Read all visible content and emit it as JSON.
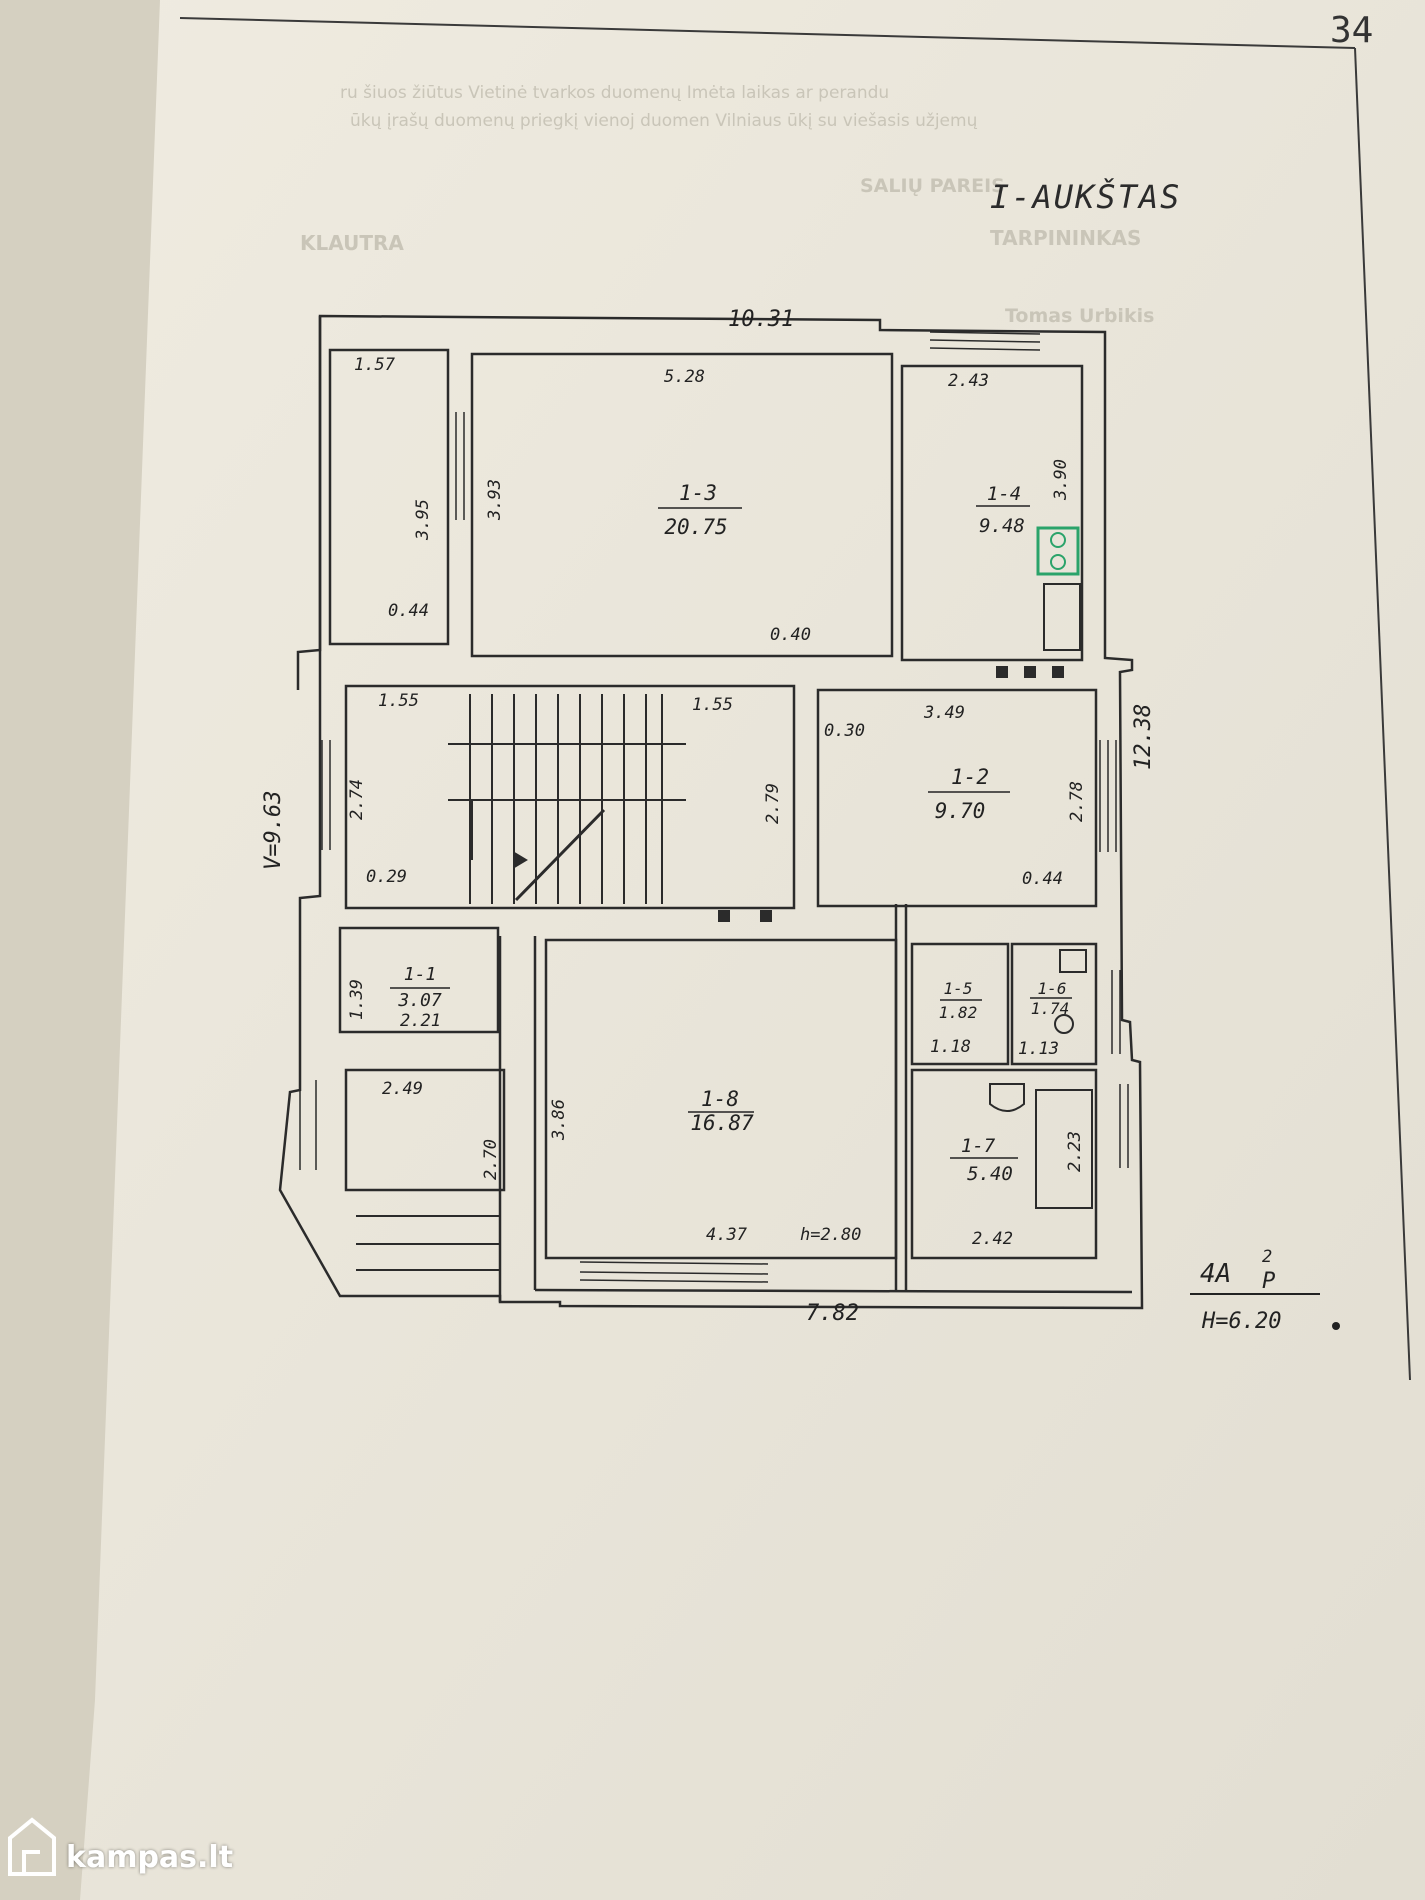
{
  "page": {
    "page_number": "34",
    "floor_title": "I-AUKŠTAS",
    "faded_text": {
      "line_1": "ru  šiuos  žiūtus  Vietinė  tvarkos  duomenų          Imėta  laikas  ar  perandu",
      "line_2": "ūkų  įrašų  duomenų  priegkį  vienoj  duomen            Vilniaus  ūkį  su  viešasis  užjemų",
      "header_center": "SALIŲ PAREIS",
      "left": "KLAUTRA",
      "right": "TARPININKAS",
      "name": "Tomas Urbikis"
    }
  },
  "plan": {
    "overall_dims": {
      "top_width": "10.31",
      "bottom_width": "7.82",
      "left_height": "V=9.63",
      "right_height": "12.38"
    },
    "rooms": [
      {
        "id": "1-1",
        "area": "3.07"
      },
      {
        "id": "1-2",
        "area": "9.70"
      },
      {
        "id": "1-3",
        "area": "20.75"
      },
      {
        "id": "1-4",
        "area": "9.48"
      },
      {
        "id": "1-5",
        "area": "1.82"
      },
      {
        "id": "1-6",
        "area": "1.74"
      },
      {
        "id": "1-7",
        "area": "5.40"
      },
      {
        "id": "1-8",
        "area": "16.87"
      }
    ],
    "dimensions": {
      "d_1_57": "1.57",
      "d_5_28": "5.28",
      "d_2_43": "2.43",
      "d_3_95": "3.95",
      "d_3_93": "3.93",
      "d_3_90": "3.90",
      "d_0_44_a": "0.44",
      "d_0_40": "0.40",
      "d_1_55_a": "1.55",
      "d_1_55_b": "1.55",
      "d_0_30": "0.30",
      "d_3_49": "3.49",
      "d_2_74": "2.74",
      "d_2_79": "2.79",
      "d_2_78": "2.78",
      "d_0_29": "0.29",
      "d_0_44_b": "0.44",
      "d_1_39": "1.39",
      "d_2_21": "2.21",
      "d_2_49": "2.49",
      "d_2_70": "2.70",
      "d_3_86": "3.86",
      "d_1_18": "1.18",
      "d_1_13": "1.13",
      "d_2_23": "2.23",
      "d_4_37": "4.37",
      "d_h_2_80": "h=2.80",
      "d_2_42": "2.42"
    },
    "stamp": {
      "top": "4A",
      "sup": "2",
      "bottom": "P",
      "height": "H=6.20"
    }
  },
  "watermark": {
    "text": "kampas.lt"
  },
  "colors": {
    "paper": "#eae6d9",
    "ink": "#2b2b2b",
    "appliance": "#2aa36a"
  }
}
